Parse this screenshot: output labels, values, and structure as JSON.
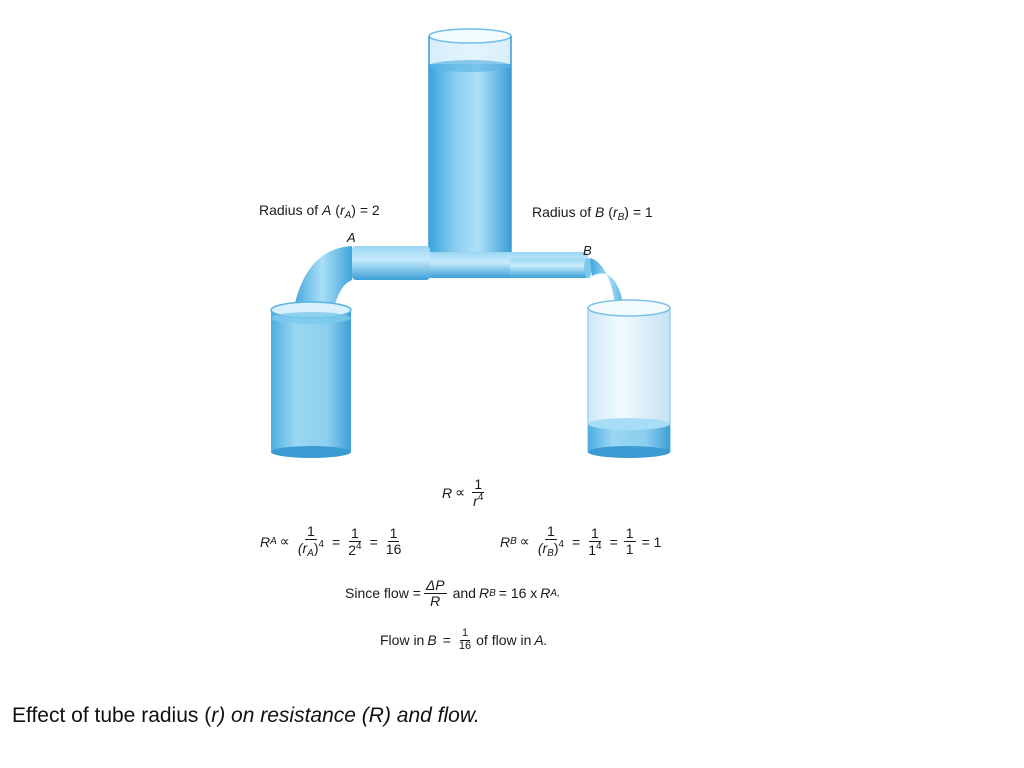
{
  "labels": {
    "radius_a": {
      "pre": "Radius of ",
      "var": "A",
      "paren_l": " (",
      "sym": "r",
      "sub": "A",
      "paren_r": ") = 2"
    },
    "radius_b": {
      "pre": "Radius of ",
      "var": "B",
      "paren_l": " (",
      "sym": "r",
      "sub": "B",
      "paren_r": ") = 1"
    },
    "point_a": "A",
    "point_b": "B"
  },
  "equations": {
    "main": {
      "lhs": "R",
      "prop": "∝",
      "num": "1",
      "den_base": "r",
      "den_exp": "4"
    },
    "ra": {
      "lhs": "R",
      "lhs_sub": "A",
      "prop": "∝",
      "f1_num": "1",
      "f1_den": "(r",
      "f1_den_sub": "A",
      "f1_den_tail": ")",
      "f1_den_exp": "4",
      "eq1": "=",
      "f2_num": "1",
      "f2_den": "2",
      "f2_den_exp": "4",
      "eq2": "=",
      "f3_num": "1",
      "f3_den": "16"
    },
    "rb": {
      "lhs": "R",
      "lhs_sub": "B",
      "prop": "∝",
      "f1_num": "1",
      "f1_den": "(r",
      "f1_den_sub": "B",
      "f1_den_tail": ")",
      "f1_den_exp": "4",
      "eq1": "=",
      "f2_num": "1",
      "f2_den": "1",
      "f2_den_exp": "4",
      "eq2": "=",
      "f3_num": "1",
      "f3_den": "1",
      "eq3": "= 1"
    },
    "since": {
      "pre": "Since flow =",
      "num": "ΔP",
      "den": "R",
      "mid": "and",
      "r": "R",
      "r_sub": "B",
      "eq": "= 16 x",
      "r2": "R",
      "r2_sub": "A,"
    },
    "flow": {
      "pre": "Flow in",
      "var": "B",
      "eq": "=",
      "num": "1",
      "den": "16",
      "post": "of flow in",
      "var2": "A."
    }
  },
  "caption": {
    "pre": "Effect of tube radius (",
    "r": "r) on resistance (R) and flow."
  },
  "colors": {
    "water_light": "#bfe3f7",
    "water": "#6cc0ea",
    "water_dark": "#2f9fd8",
    "glass": "#e6f4fb",
    "rim": "#4aaedf"
  }
}
